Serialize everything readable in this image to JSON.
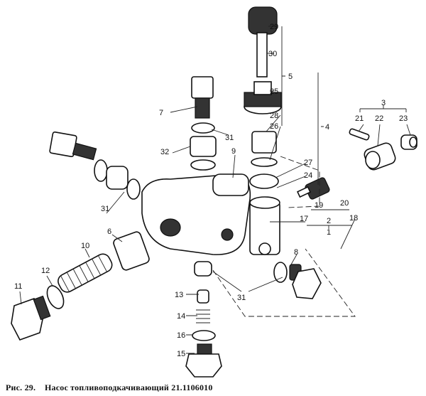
{
  "caption": {
    "prefix": "Рис. 29.",
    "title": "Насос топливоподкачивающий 21.1106010"
  },
  "labels": {
    "l29": "29",
    "l30": "30",
    "l5": "5",
    "l25": "25",
    "l28": "28",
    "l26": "26",
    "l4": "4",
    "l3": "3",
    "l21": "21",
    "l22": "22",
    "l23": "23",
    "l7": "7",
    "l31a": "31",
    "l9": "9",
    "l27": "27",
    "l24": "24",
    "l32": "32",
    "l19": "19",
    "l20": "20",
    "l17": "17",
    "l2": "2",
    "l18": "18",
    "l1": "1",
    "l31b": "31",
    "l6": "6",
    "l10": "10",
    "l8": "8",
    "l12": "12",
    "l11": "11",
    "l13": "13",
    "l31c": "31",
    "l14": "14",
    "l16": "16",
    "l15": "15"
  }
}
